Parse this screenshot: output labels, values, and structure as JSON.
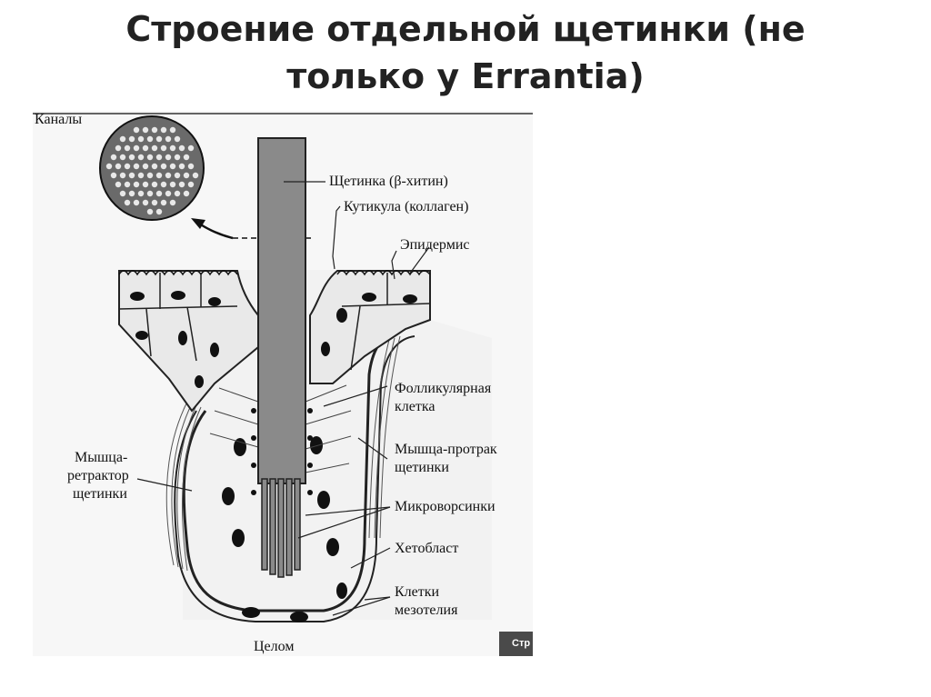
{
  "title": {
    "line1": "Строение отдельной щетинки (не",
    "line2": "только у Errantia)"
  },
  "figure": {
    "labels": {
      "canals": "Каналы",
      "chaeta": "Щетинка (β-хитин)",
      "cuticle": "Кутикула (коллаген)",
      "epidermis": "Эпидермис",
      "follicular_cell_1": "Фолликулярная",
      "follicular_cell_2": "клетка",
      "protractor_1": "Мышца-протрак",
      "protractor_2": "щетинки",
      "retractor_1": "Мышца-",
      "retractor_2": "ретрактор",
      "retractor_3": "щетинки",
      "microvilli": "Микроворсинки",
      "chaetoblast": "Хетобласт",
      "mesothelium_1": "Клетки",
      "mesothelium_2": "мезотелия",
      "coelom": "Целом"
    },
    "corner_stub": "Стр"
  }
}
